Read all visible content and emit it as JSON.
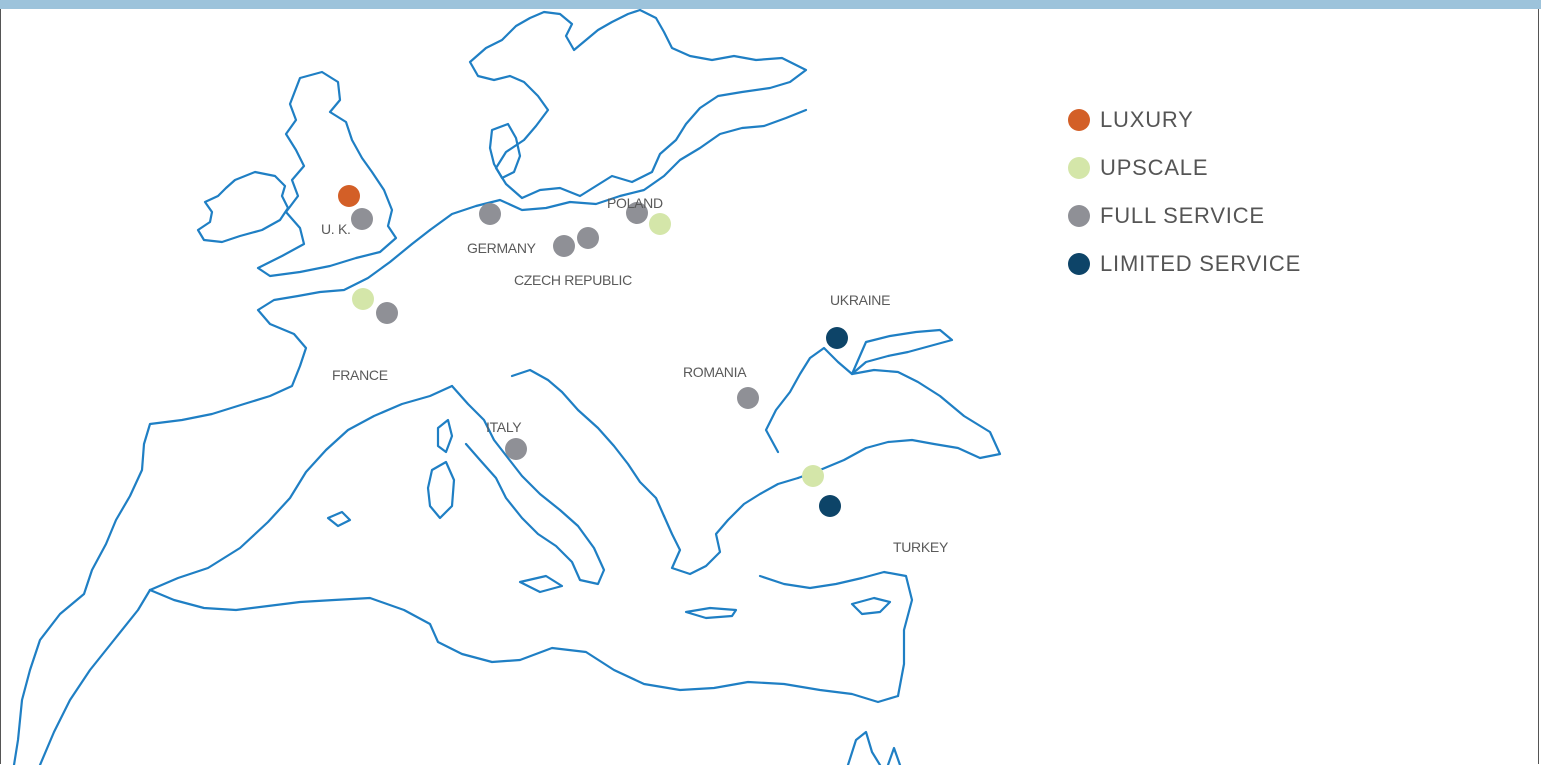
{
  "legend": [
    {
      "label": "LUXURY",
      "color": "#d35f27",
      "key": "luxury"
    },
    {
      "label": "UPSCALE",
      "color": "#d4e6a9",
      "key": "upscale"
    },
    {
      "label": "FULL SERVICE",
      "color": "#8f9096",
      "key": "full"
    },
    {
      "label": "LIMITED SERVICE",
      "color": "#0d4468",
      "key": "limited"
    }
  ],
  "countries": [
    {
      "label": "U. K.",
      "key": "uk"
    },
    {
      "label": "GERMANY",
      "key": "germany"
    },
    {
      "label": "POLAND",
      "key": "poland"
    },
    {
      "label": "CZECH REPUBLIC",
      "key": "czech"
    },
    {
      "label": "FRANCE",
      "key": "france"
    },
    {
      "label": "UKRAINE",
      "key": "ukraine"
    },
    {
      "label": "ROMANIA",
      "key": "romania"
    },
    {
      "label": "ITALY",
      "key": "italy"
    },
    {
      "label": "TURKEY",
      "key": "turkey"
    }
  ],
  "markers": [
    {
      "type": "luxury"
    },
    {
      "type": "full"
    },
    {
      "type": "full"
    },
    {
      "type": "full"
    },
    {
      "type": "full"
    },
    {
      "type": "full"
    },
    {
      "type": "upscale"
    },
    {
      "type": "upscale"
    },
    {
      "type": "full"
    },
    {
      "type": "limited"
    },
    {
      "type": "full"
    },
    {
      "type": "full"
    },
    {
      "type": "upscale"
    },
    {
      "type": "limited"
    }
  ],
  "colors": {
    "coastline": "#1f7fc4",
    "top_band": "#9dc3db"
  }
}
